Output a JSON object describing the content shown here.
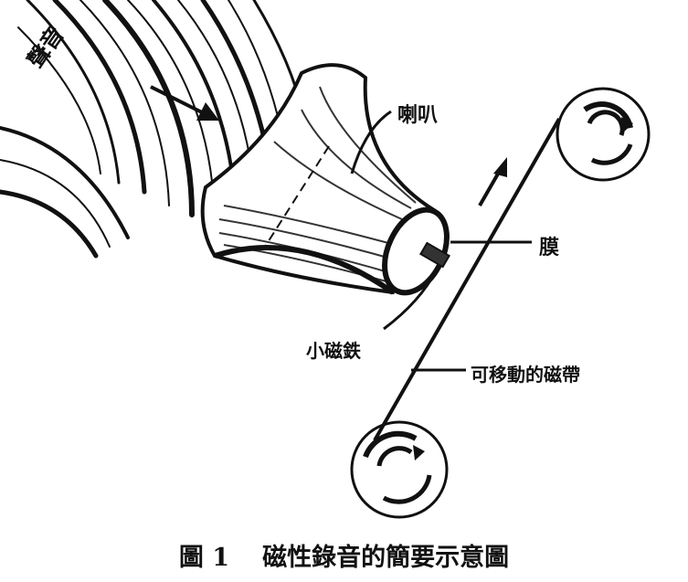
{
  "labels": {
    "sound": "聲音",
    "horn": "喇叭",
    "membrane": "膜",
    "small_magnet": "小磁鉄",
    "moving_tape": "可移動的磁帶"
  },
  "caption": {
    "figure_number": "圖 1",
    "text": "磁性錄音的簡要示意圖"
  },
  "colors": {
    "ink": "#111111",
    "paper": "#ffffff"
  },
  "icons": [
    "sound-wave-arcs",
    "horn",
    "membrane",
    "magnet",
    "tape-reel",
    "tape",
    "motion-arrow"
  ]
}
